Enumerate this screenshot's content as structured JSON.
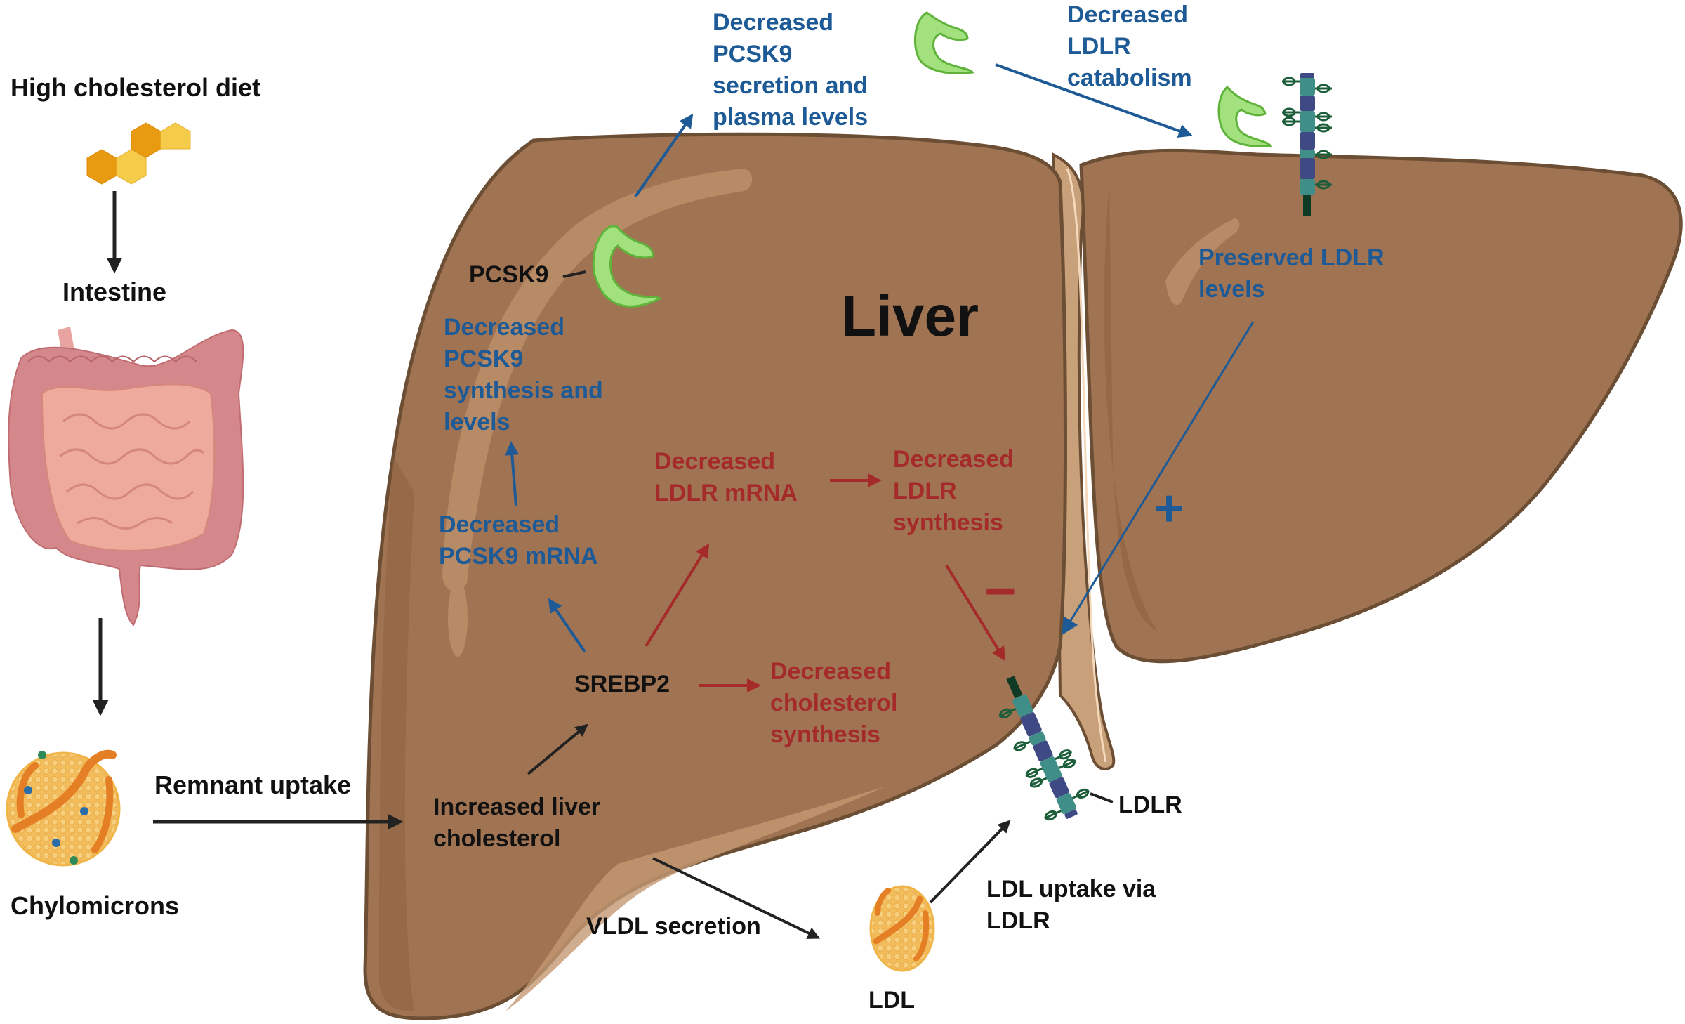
{
  "colors": {
    "liver_fill": "#a07352",
    "liver_shadow": "#8e6242",
    "liver_outline": "#6b4e33",
    "ligament": "#c8a07a",
    "highlight": "#b78b66",
    "blue_text": "#1d5a96",
    "red_text": "#a52a2a",
    "black_text": "#111111",
    "pcsk9_green": "#a3e07e",
    "ldlr_teal": "#3f8f88",
    "ldlr_navy": "#3f4a85"
  },
  "left_panel": {
    "diet_label": "High cholesterol diet",
    "diet_icon": "cholesterol-molecule-icon",
    "intestine_label": "Intestine",
    "intestine_icon": "intestine-icon",
    "chylomicron_icon": "chylomicron-particle-icon",
    "chylomicrons_label": "Chylomicrons",
    "remnant_label": "Remnant uptake"
  },
  "liver": {
    "title": "Liver",
    "pcsk9_label": "PCSK9",
    "pcsk9_synthesis": [
      "Decreased",
      "PCSK9",
      "synthesis and",
      "levels"
    ],
    "pcsk9_mrna": [
      "Decreased",
      "PCSK9 mRNA"
    ],
    "ldlr_mrna": [
      "Decreased",
      "LDLR mRNA"
    ],
    "ldlr_synthesis": [
      "Decreased",
      "LDLR",
      "synthesis"
    ],
    "srebp2": "SREBP2",
    "cholesterol_synthesis": [
      "Decreased",
      "cholesterol",
      "synthesis"
    ],
    "increased_cholesterol": [
      "Increased liver",
      "cholesterol"
    ],
    "minus_sign": "−",
    "plus_sign": "+",
    "preserved_ldlr": [
      "Preserved LDLR",
      "levels"
    ]
  },
  "top": {
    "pcsk9_secretion": [
      "Decreased",
      "PCSK9",
      "secretion and",
      "plasma levels"
    ],
    "ldlr_catabolism": [
      "Decreased",
      "LDLR",
      "catabolism"
    ]
  },
  "bottom": {
    "vldl_label": "VLDL secretion",
    "ldl_label": "LDL",
    "ldl_uptake": [
      "LDL uptake via",
      "LDLR"
    ],
    "ldlr_label": "LDLR",
    "ldl_icon": "ldl-particle-icon",
    "ldlr_icon": "ldl-receptor-icon"
  }
}
